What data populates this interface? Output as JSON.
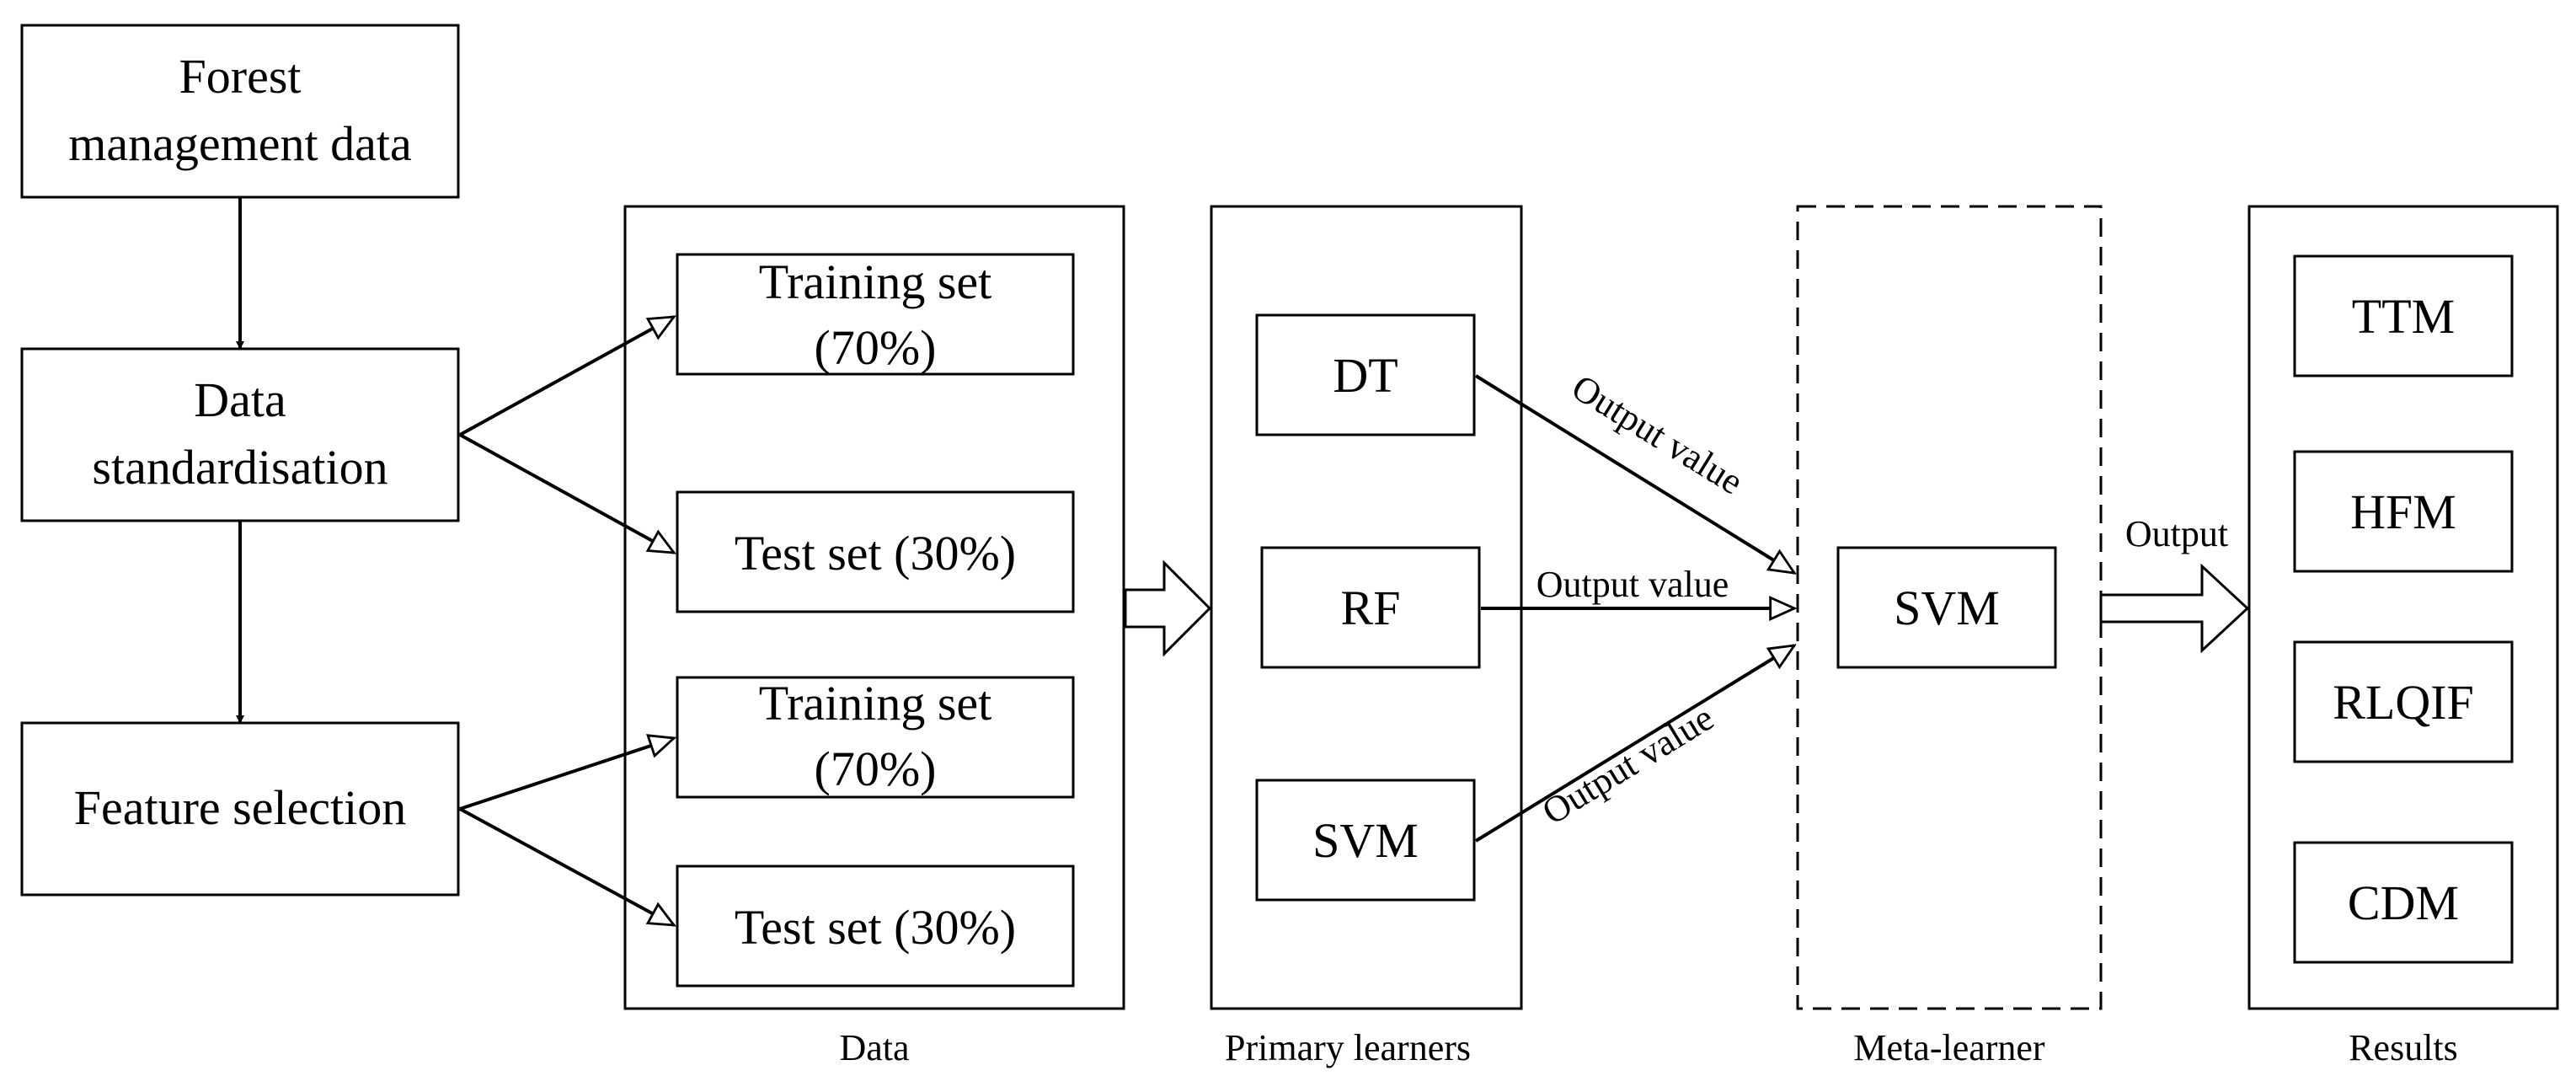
{
  "nodes": {
    "forest_line1": "Forest",
    "forest_line2": "management data",
    "standard_line1": "Data",
    "standard_line2": "standardisation",
    "feature": "Feature selection",
    "train1_line1": "Training set",
    "train1_line2": "(70%)",
    "test1": "Test set (30%)",
    "train2_line1": "Training set",
    "train2_line2": "(70%)",
    "test2": "Test set (30%)",
    "dt": "DT",
    "rf": "RF",
    "svm_primary": "SVM",
    "svm_meta": "SVM",
    "ttm": "TTM",
    "hfm": "HFM",
    "rlqif": "RLQIF",
    "cdm": "CDM"
  },
  "groups": {
    "data": "Data",
    "primary": "Primary learners",
    "meta": "Meta-learner",
    "results": "Results"
  },
  "edges": {
    "dt_out": "Output value",
    "rf_out": "Output value",
    "svm_out": "Output value",
    "final": "Output"
  }
}
